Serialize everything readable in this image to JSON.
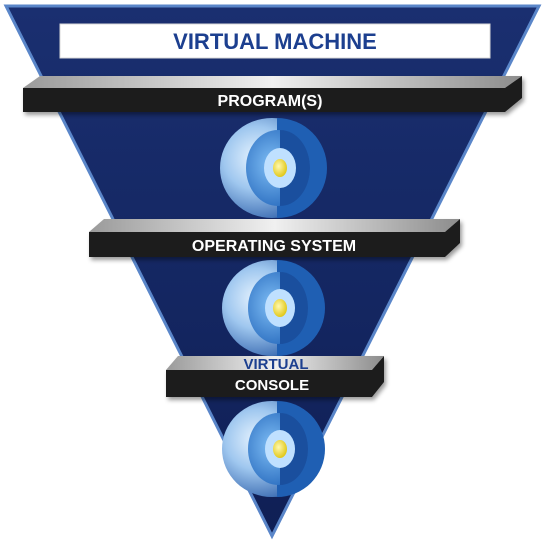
{
  "diagram": {
    "title": "VIRTUAL MACHINE",
    "layers": [
      {
        "label": "PROGRAM(S)"
      },
      {
        "label": "OPERATING SYSTEM"
      },
      {
        "label_top": "VIRTUAL",
        "label_bottom": "CONSOLE"
      }
    ],
    "colors": {
      "triangle": "#12245e",
      "triangle_edge": "#4b73b8",
      "title_text": "#1c3f8f",
      "band_fill": "#1b1b1b",
      "band_highlight": "#d9d9d9",
      "band_text": "#ffffff",
      "sphere_shell": "#2f73c7",
      "sphere_core": "#f2e33a"
    },
    "icons": [
      "layered-sphere-icon",
      "layered-sphere-icon",
      "layered-sphere-icon"
    ]
  }
}
